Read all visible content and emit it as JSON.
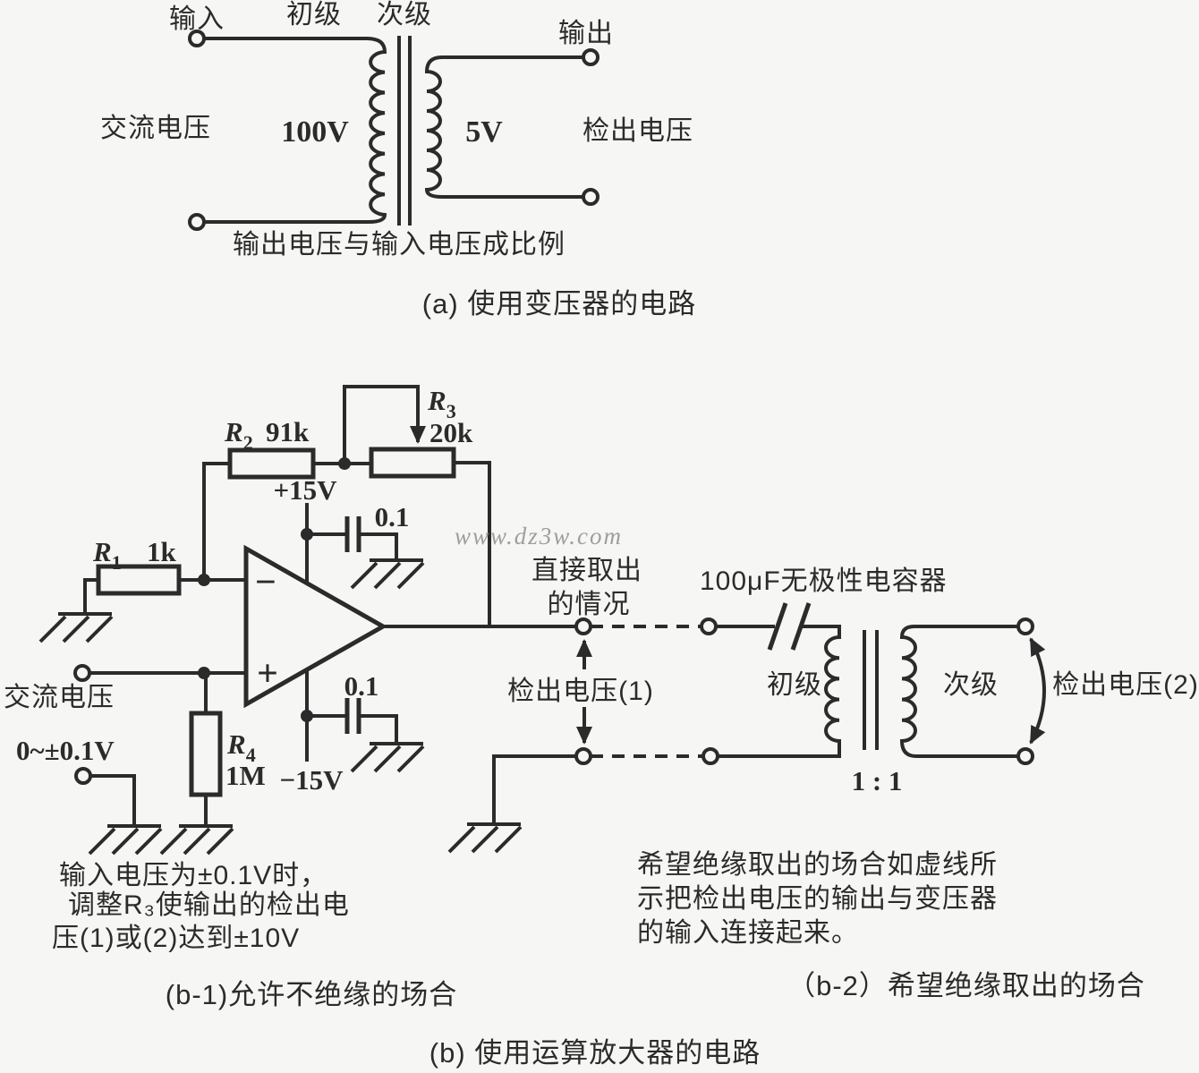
{
  "colors": {
    "ink": "#2b2b2b",
    "paper": "#f6f6f4",
    "watermark": "#9e9e9e"
  },
  "watermark": {
    "text": "www.dz3w.com"
  },
  "section_a": {
    "labels": {
      "input": "输入",
      "primary": "初级",
      "secondary": "次级",
      "output": "输出",
      "ac_voltage": "交流电压",
      "primary_voltage": "100V",
      "secondary_voltage": "5V",
      "detected_voltage": "检出电压"
    },
    "note": "输出电压与输入电压成比例",
    "caption": "(a) 使用变压器的电路"
  },
  "section_b1": {
    "components": {
      "r1": {
        "des": "R",
        "sub": "1",
        "value": "1k"
      },
      "r2": {
        "des": "R",
        "sub": "2",
        "value": "91k"
      },
      "r3": {
        "des": "R",
        "sub": "3",
        "value": "20k"
      },
      "r4": {
        "des": "R",
        "sub": "4",
        "value": "1M"
      },
      "v_plus": "+15V",
      "v_minus": "−15V",
      "cap_top": "0.1",
      "cap_bottom": "0.1"
    },
    "opamp": {
      "minus": "−",
      "plus": "+"
    },
    "labels": {
      "ac_voltage": "交流电压",
      "input_range": "0~±0.1V",
      "direct_line1": "直接取出",
      "direct_line2": "的情况",
      "detected_voltage_1": "检出电压(1)"
    },
    "note": [
      "输入电压为±0.1V时，",
      "调整R₃使输出的检出电",
      "压(1)或(2)达到±10V"
    ],
    "caption": "(b-1)允许不绝缘的场合"
  },
  "section_b2": {
    "labels": {
      "capacitor": "100μF无极性电容器",
      "primary": "初级",
      "secondary": "次级",
      "ratio": "1 : 1",
      "detected_voltage_2": "检出电压(2)"
    },
    "note": [
      "希望绝缘取出的场合如虚线所",
      "示把检出电压的输出与变压器",
      "的输入连接起来。"
    ],
    "caption": "（b-2）希望绝缘取出的场合"
  },
  "figure_caption_b": "(b) 使用运算放大器的电路"
}
